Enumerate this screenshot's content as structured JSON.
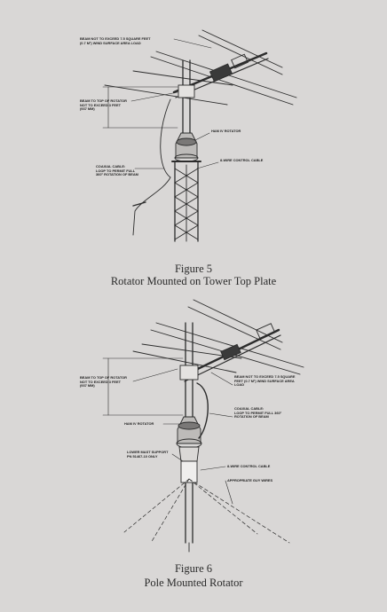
{
  "figure5": {
    "title": "Figure 5",
    "caption": "Rotator Mounted on Tower Top Plate",
    "labels": {
      "beam_area": "BEAM NOT TO EXCEED 7.5 SQUARE FEET\n(0.7 m²) WIND SURFACE AREA LOAD",
      "beam_top": "BEAM TO TOP OF ROTATOR\nNOT TO EXCEED 3 FEET\n(937 mm)",
      "rotator": "HAM IV ROTATOR",
      "coax": "COAXIAL CABLE:\nLOOP TO PERMIT FULL\n360° ROTATION OF BEAM",
      "control_cable": "8-WIRE CONTROL CABLE"
    }
  },
  "figure6": {
    "title": "Figure 6",
    "caption": "Pole Mounted Rotator",
    "labels": {
      "beam_top": "BEAM TO TOP OF ROTATOR\nNOT TO EXCEED 3 FEET\n(937 mm)",
      "beam_area": "BEAM NOT TO EXCEED 7.5 SQUARE\nFEET (0.7 m²) WIND SURFACE AREA\nLOAD",
      "rotator": "HAM IV ROTATOR",
      "coax": "COAXIAL CABLE:\nLOOP TO PERMIT FULL 360°\nROTATION OF BEAM",
      "mast_support": "LOWER MAST SUPPORT\nPN 51467-10 ONLY",
      "control_cable": "8-WIRE CONTROL CABLE",
      "guy_wires": "APPROPRIATE GUY WIRES"
    }
  }
}
